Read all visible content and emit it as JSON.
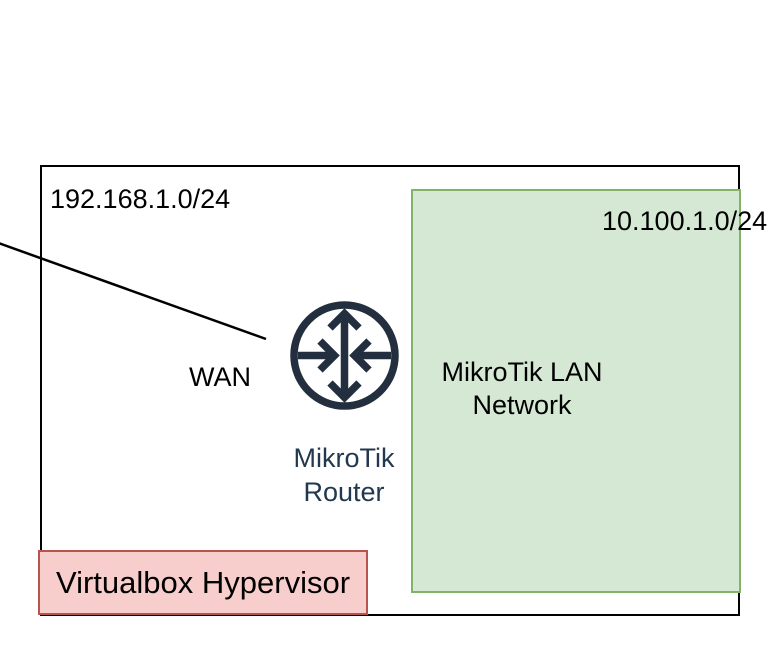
{
  "diagram": {
    "outer_network": {
      "subnet": "192.168.1.0/24"
    },
    "lan_box": {
      "subnet": "10.100.1.0/24",
      "title_line1": "MikroTik LAN",
      "title_line2": "Network",
      "fill_color": "#d5e8d4",
      "border_color": "#82b366"
    },
    "router": {
      "icon": "router-icon",
      "label_line1": "MikroTik",
      "label_line2": "Router",
      "icon_color": "#232f3e",
      "label_color": "#22384e"
    },
    "wan": {
      "label": "WAN"
    },
    "hypervisor": {
      "label": "Virtualbox Hypervisor",
      "fill_color": "#f8cecc",
      "border_color": "#b85450"
    },
    "outline_color": "#000000"
  }
}
